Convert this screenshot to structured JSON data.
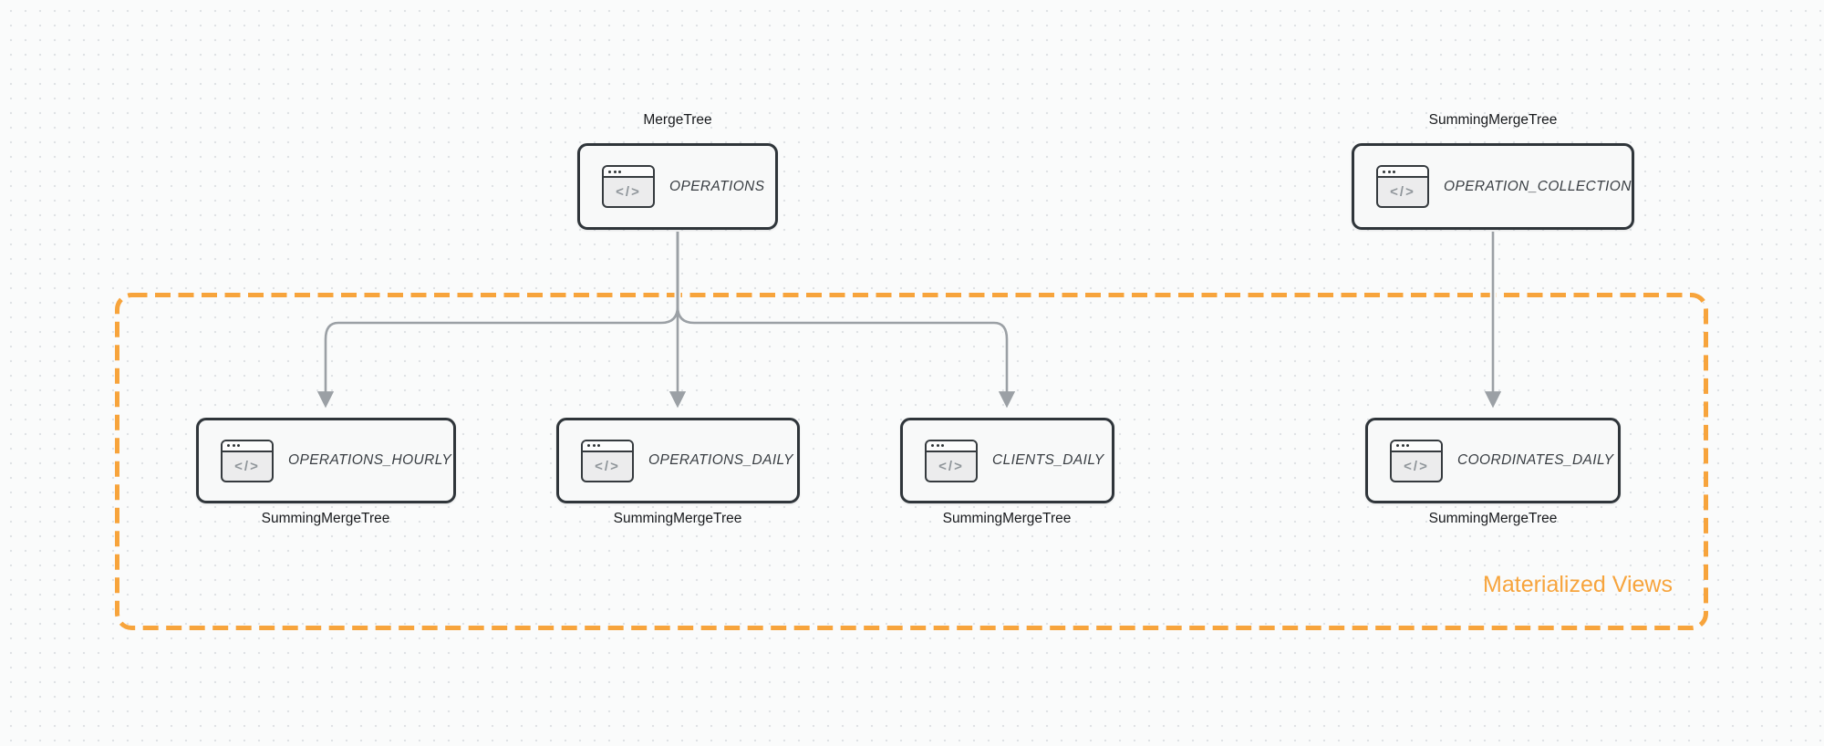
{
  "diagram": {
    "kind": "database-schema-diagram"
  },
  "nodes": [
    {
      "id": "operations",
      "table": "OPERATIONS",
      "engine": "MergeTree",
      "engine_position": "top"
    },
    {
      "id": "operation-collection",
      "table": "OPERATION_COLLECTION",
      "engine": "SummingMergeTree",
      "engine_position": "top"
    },
    {
      "id": "operations-hourly",
      "table": "OPERATIONS_HOURLY",
      "engine": "SummingMergeTree",
      "engine_position": "bottom"
    },
    {
      "id": "operations-daily",
      "table": "OPERATIONS_DAILY",
      "engine": "SummingMergeTree",
      "engine_position": "bottom"
    },
    {
      "id": "clients-daily",
      "table": "CLIENTS_DAILY",
      "engine": "SummingMergeTree",
      "engine_position": "bottom"
    },
    {
      "id": "coordinates-daily",
      "table": "COORDINATES_DAILY",
      "engine": "SummingMergeTree",
      "engine_position": "bottom"
    }
  ],
  "edges": [
    {
      "from": "operations",
      "to": "operations_hourly"
    },
    {
      "from": "operations",
      "to": "operations_daily"
    },
    {
      "from": "operations",
      "to": "clients_daily"
    },
    {
      "from": "operation_collection",
      "to": "coordinates_daily"
    }
  ],
  "group": {
    "label": "Materialized Views",
    "color": "#f7a43c"
  },
  "icon": {
    "name": "code-window-icon",
    "glyph": "</>"
  },
  "colors": {
    "node_border": "#2f353a",
    "node_fill": "#f8f9f9",
    "arrow": "#9ba0a5",
    "group_accent": "#f7a43c",
    "background": "#fafbfb"
  }
}
